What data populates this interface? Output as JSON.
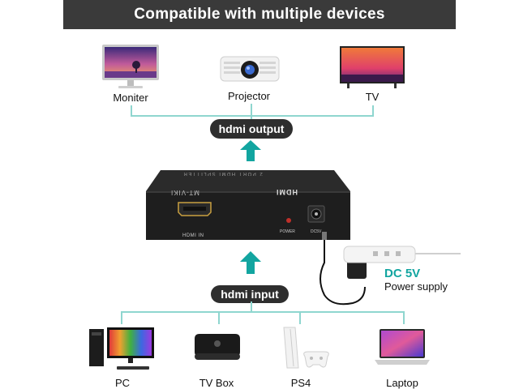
{
  "header": {
    "title": "Compatible with multiple devices"
  },
  "outputs": [
    {
      "label": "Moniter",
      "icon": "monitor-icon"
    },
    {
      "label": "Projector",
      "icon": "projector-icon"
    },
    {
      "label": "TV",
      "icon": "tv-icon"
    }
  ],
  "output_badge": "hdmi output",
  "input_badge": "hdmi input",
  "splitter": {
    "port_label": "HDMI IN",
    "power_label": "POWER",
    "dc_label": "DC5V",
    "brand_top": "HDMI",
    "brand_side": "MT-VIKI",
    "subtitle": "2 PORT HDMI SPLITTER"
  },
  "power": {
    "title": "DC 5V",
    "subtitle": "Power supply"
  },
  "inputs": [
    {
      "label": "PC",
      "icon": "pc-icon"
    },
    {
      "label": "TV Box",
      "icon": "tv-box-icon"
    },
    {
      "label": "PS4",
      "icon": "ps4-icon"
    },
    {
      "label": "Laptop",
      "icon": "laptop-icon"
    }
  ],
  "colors": {
    "accent": "#12a5a0",
    "line": "#8fd6cf",
    "banner": "#3a3a3a"
  }
}
